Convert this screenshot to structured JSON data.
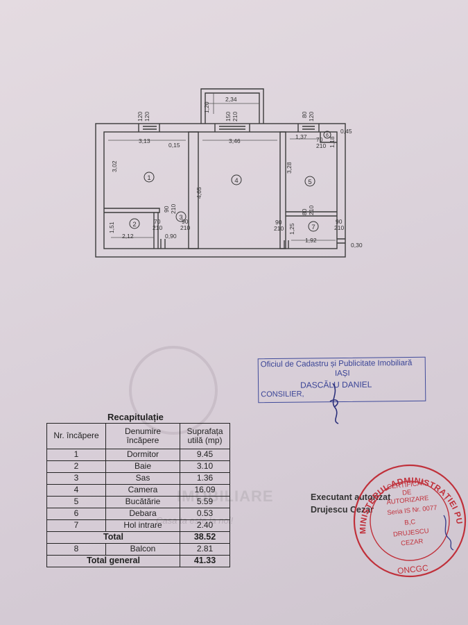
{
  "floor_plan": {
    "dims": {
      "d1_20": "1,20",
      "d2_34": "2,34",
      "w150": "150",
      "w210a": "210",
      "w120a": "120",
      "w120b": "120",
      "w80a": "80",
      "w120c": "120",
      "d0_45": "0,45",
      "d3_13": "3,13",
      "d0_15": "0,15",
      "d3_46": "3,46",
      "d1_37": "1,37",
      "d70a": "70",
      "d210b": "210",
      "d1_18": "1,18",
      "d3_02": "3,02",
      "d4_65": "4,65",
      "d3_28": "3,28",
      "d90a": "90",
      "d210c": "210",
      "d70b": "70",
      "d210d": "210",
      "d90b": "90",
      "d210e": "210",
      "d80b": "80",
      "d210f": "210",
      "d1_51": "1,51",
      "d2_12": "2,12",
      "d0_90": "0,90",
      "d90c": "90",
      "d210g": "210",
      "d1_25": "1,25",
      "d90d": "90",
      "d210h": "210",
      "d1_92": "1,92",
      "d0_30": "0,30"
    },
    "rooms": {
      "r1": "1",
      "r2": "2",
      "r3": "3",
      "r4": "4",
      "r5": "5",
      "r6": "6",
      "r7": "7"
    }
  },
  "cadastru_stamp": {
    "line1": "Oficiul de Cadastru și Publicitate Imobiliară",
    "line2": "IAȘI",
    "line3": "DASCĂLU DANIEL",
    "line4": "CONSILIER,"
  },
  "recap": {
    "title": "Recapitulație",
    "headers": {
      "nr": "Nr. încăpere",
      "name": "Denumire încăpere",
      "area": "Suprafața utilă (mp)"
    },
    "rows": [
      {
        "nr": "1",
        "name": "Dormitor",
        "area": "9.45"
      },
      {
        "nr": "2",
        "name": "Baie",
        "area": "3.10"
      },
      {
        "nr": "3",
        "name": "Sas",
        "area": "1.36"
      },
      {
        "nr": "4",
        "name": "Camera",
        "area": "16.09"
      },
      {
        "nr": "5",
        "name": "Bucătărie",
        "area": "5.59"
      },
      {
        "nr": "6",
        "name": "Debara",
        "area": "0.53"
      },
      {
        "nr": "7",
        "name": "Hol intrare",
        "area": "2.40"
      }
    ],
    "total_label": "Total",
    "total_value": "38.52",
    "balcon": {
      "nr": "8",
      "name": "Balcon",
      "area": "2.81"
    },
    "grand_total_label": "Total general",
    "grand_total_value": "41.33"
  },
  "executant": {
    "line1": "Executant autorizat",
    "line2": "Drujescu Cezar"
  },
  "red_stamp": {
    "ring": "MINISTERUL ADMINISTRAȚIEI PUBLICE",
    "l1": "CERTIFICAT",
    "l2": "DE",
    "l3": "AUTORIZARE",
    "l4": "Seria IS Nr. 0077",
    "l5": "B,C",
    "l6": "DRUJESCU",
    "l7": "CEZAR",
    "bottom": "ONCGC"
  },
  "watermark": {
    "brand": "IMOBILIARE",
    "slogan": "Casa ta este la noi!"
  },
  "colors": {
    "paper": "#dcd3db",
    "ink": "#222222",
    "blue_stamp": "#3f4a9a",
    "red_stamp": "#c0303a"
  }
}
